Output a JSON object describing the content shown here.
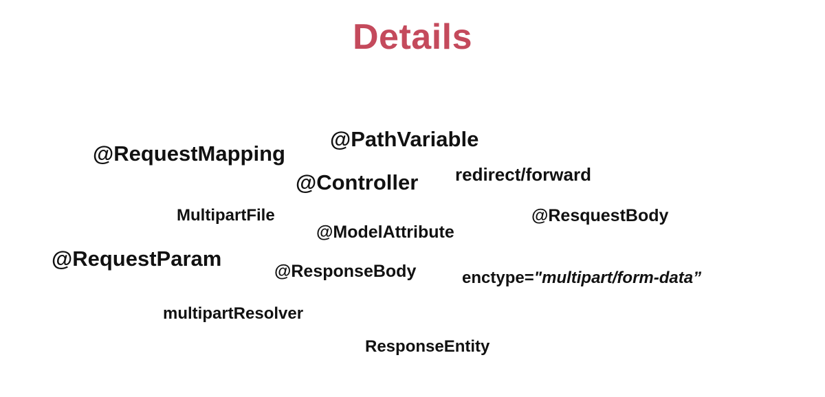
{
  "title": "Details",
  "colors": {
    "title": "#c44a5c",
    "text": "#111111",
    "background": "#ffffff"
  },
  "terms": {
    "request_mapping": "@RequestMapping",
    "path_variable": "@PathVariable",
    "controller": "@Controller",
    "redirect_forward": "redirect/forward",
    "multipart_file": "MultipartFile",
    "model_attribute": "@ModelAttribute",
    "resquest_body": "@ResquestBody",
    "request_param": "@RequestParam",
    "response_body": "@ResponseBody",
    "enctype_prefix": "enctype=",
    "enctype_value": "\"multipart/form-data”",
    "multipart_resolver": "multipartResolver",
    "response_entity": "ResponseEntity"
  }
}
